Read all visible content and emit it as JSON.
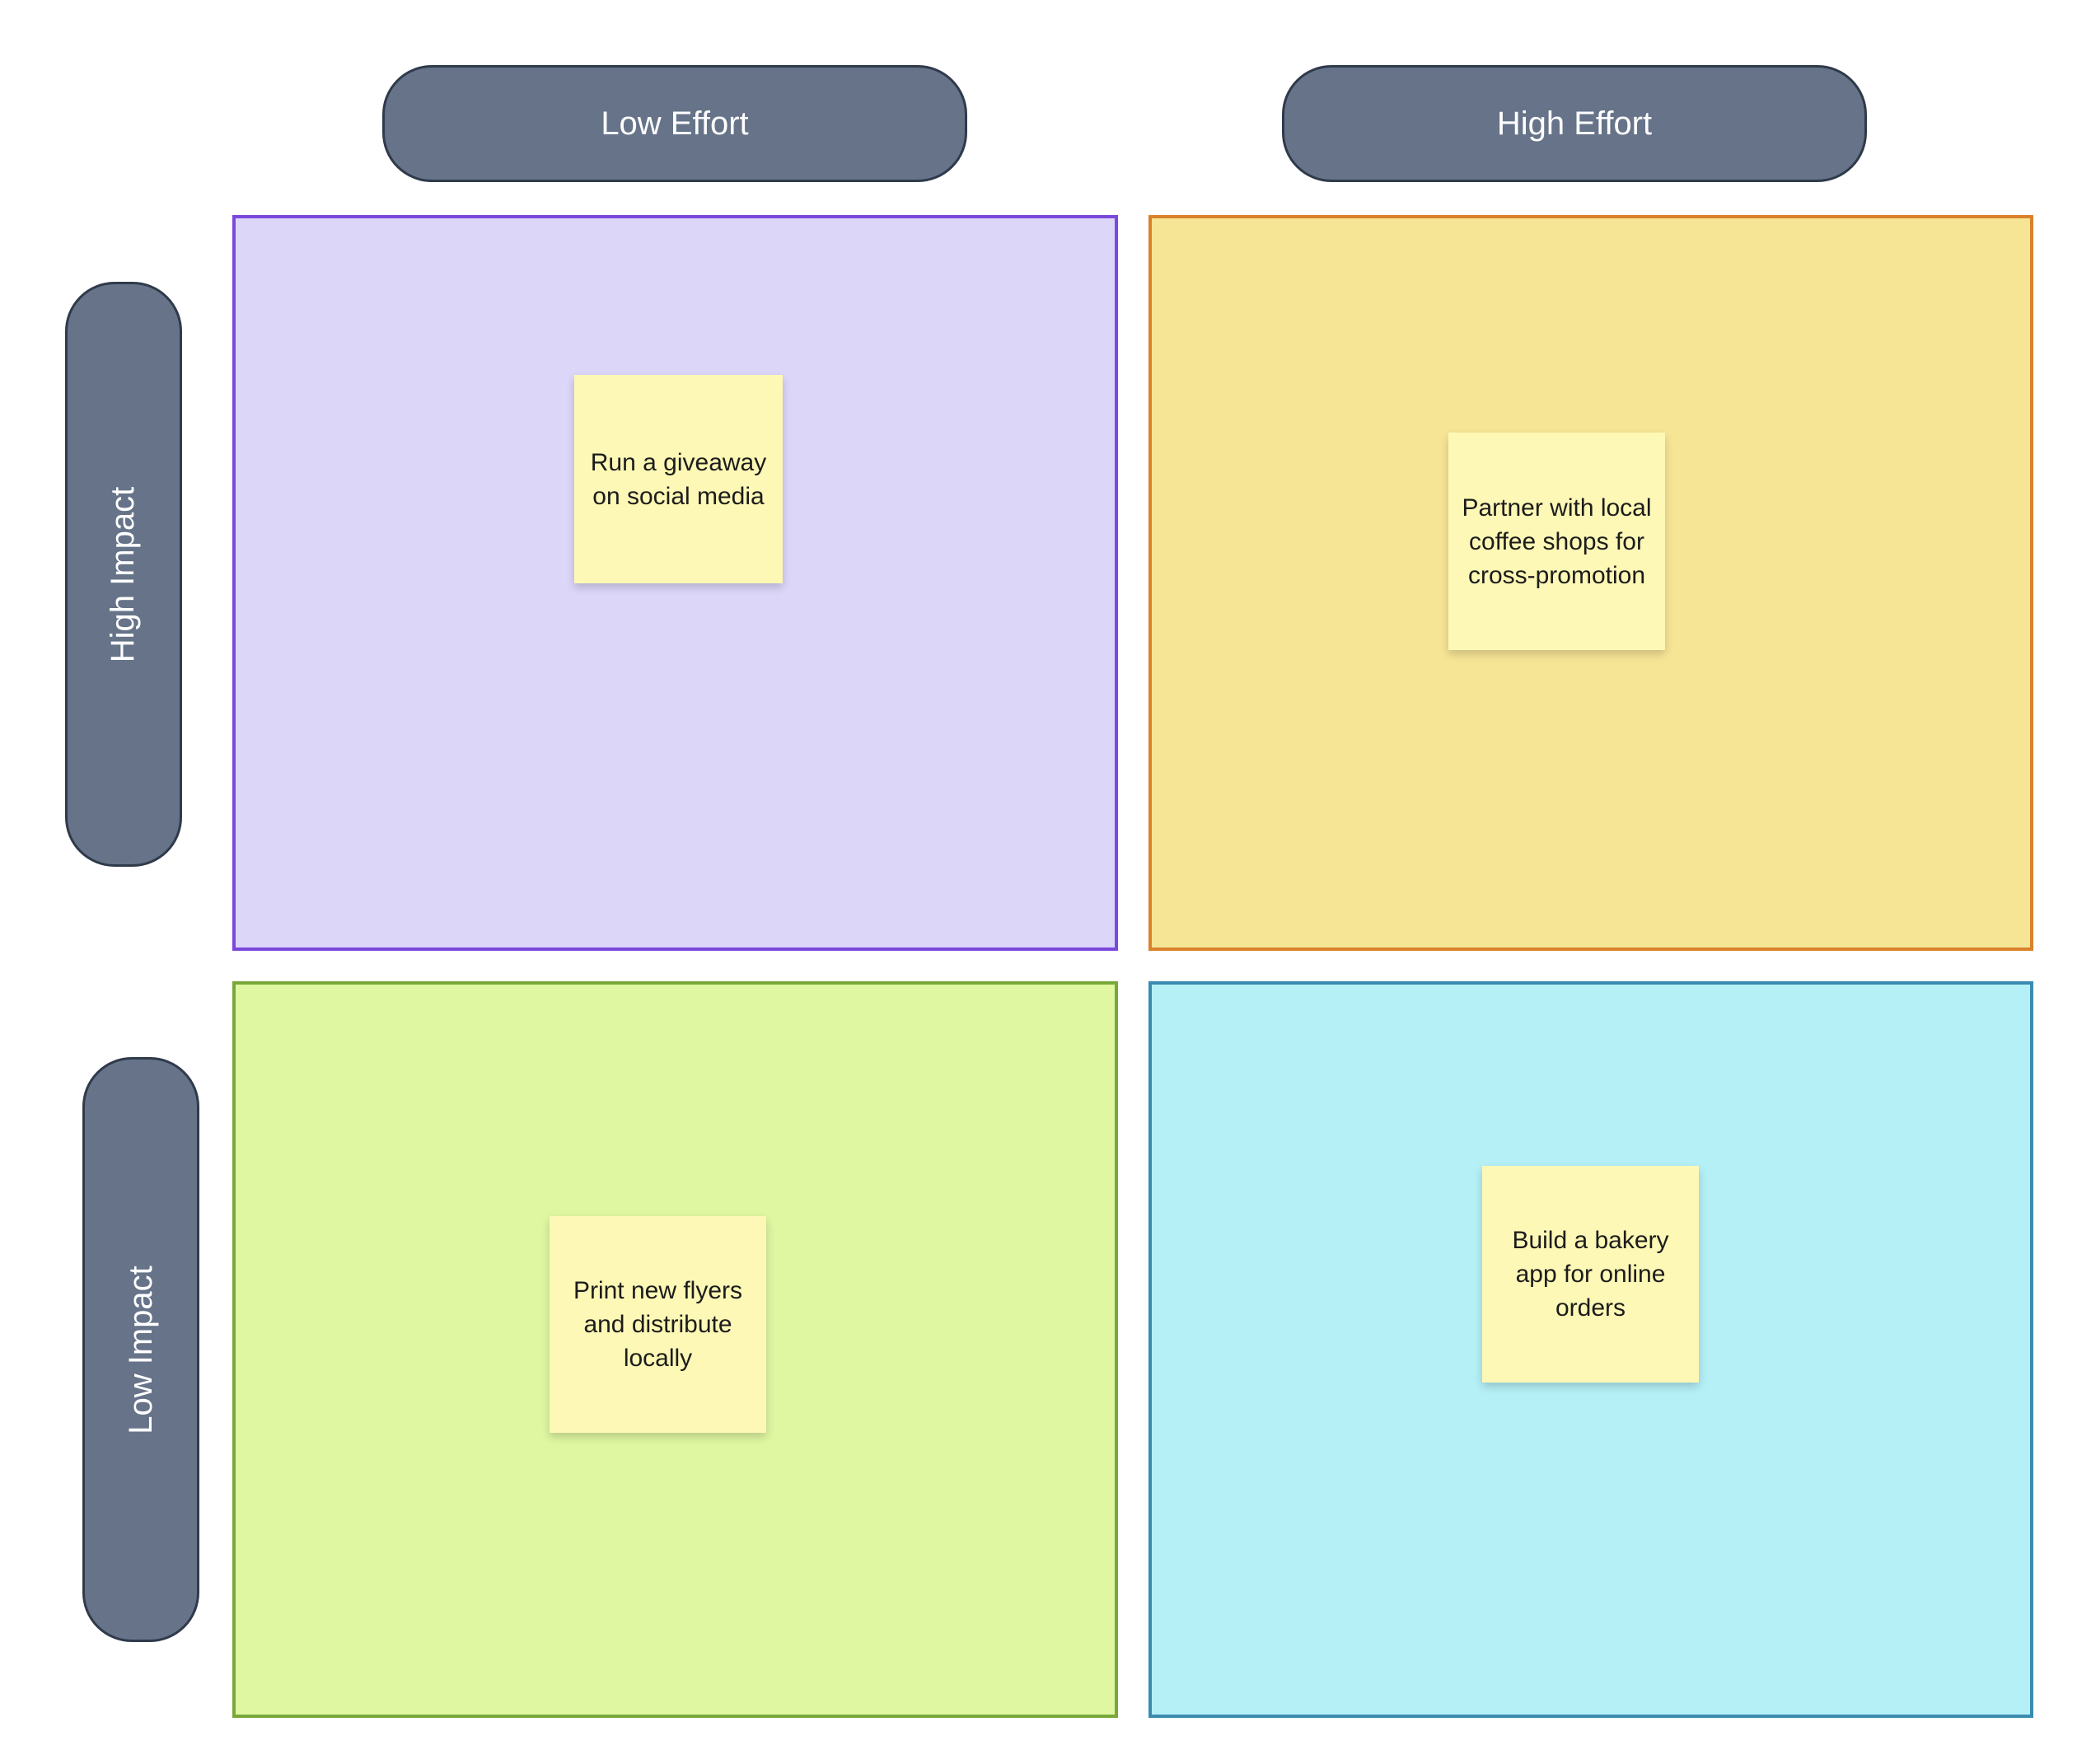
{
  "axes": {
    "low_effort": "Low Effort",
    "high_effort": "High Effort",
    "high_impact": "High Impact",
    "low_impact": "Low Impact"
  },
  "quadrants": {
    "top_left": {
      "fill": "#dcd6f8",
      "border": "#7a48dc"
    },
    "top_right": {
      "fill": "#f7e596",
      "border": "#d9822b"
    },
    "bottom_left": {
      "fill": "#dff7a1",
      "border": "#78a83a"
    },
    "bottom_right": {
      "fill": "#b5f0f7",
      "border": "#3a8bb0"
    }
  },
  "notes": {
    "top_left": "Run a giveaway on social media",
    "top_right": "Partner with local coffee shops for cross-promotion",
    "bottom_left": "Print new flyers and distribute locally",
    "bottom_right": "Build a bakery app for online orders"
  },
  "colors": {
    "pill_fill": "#667389",
    "note_fill": "#fdf8b5"
  }
}
